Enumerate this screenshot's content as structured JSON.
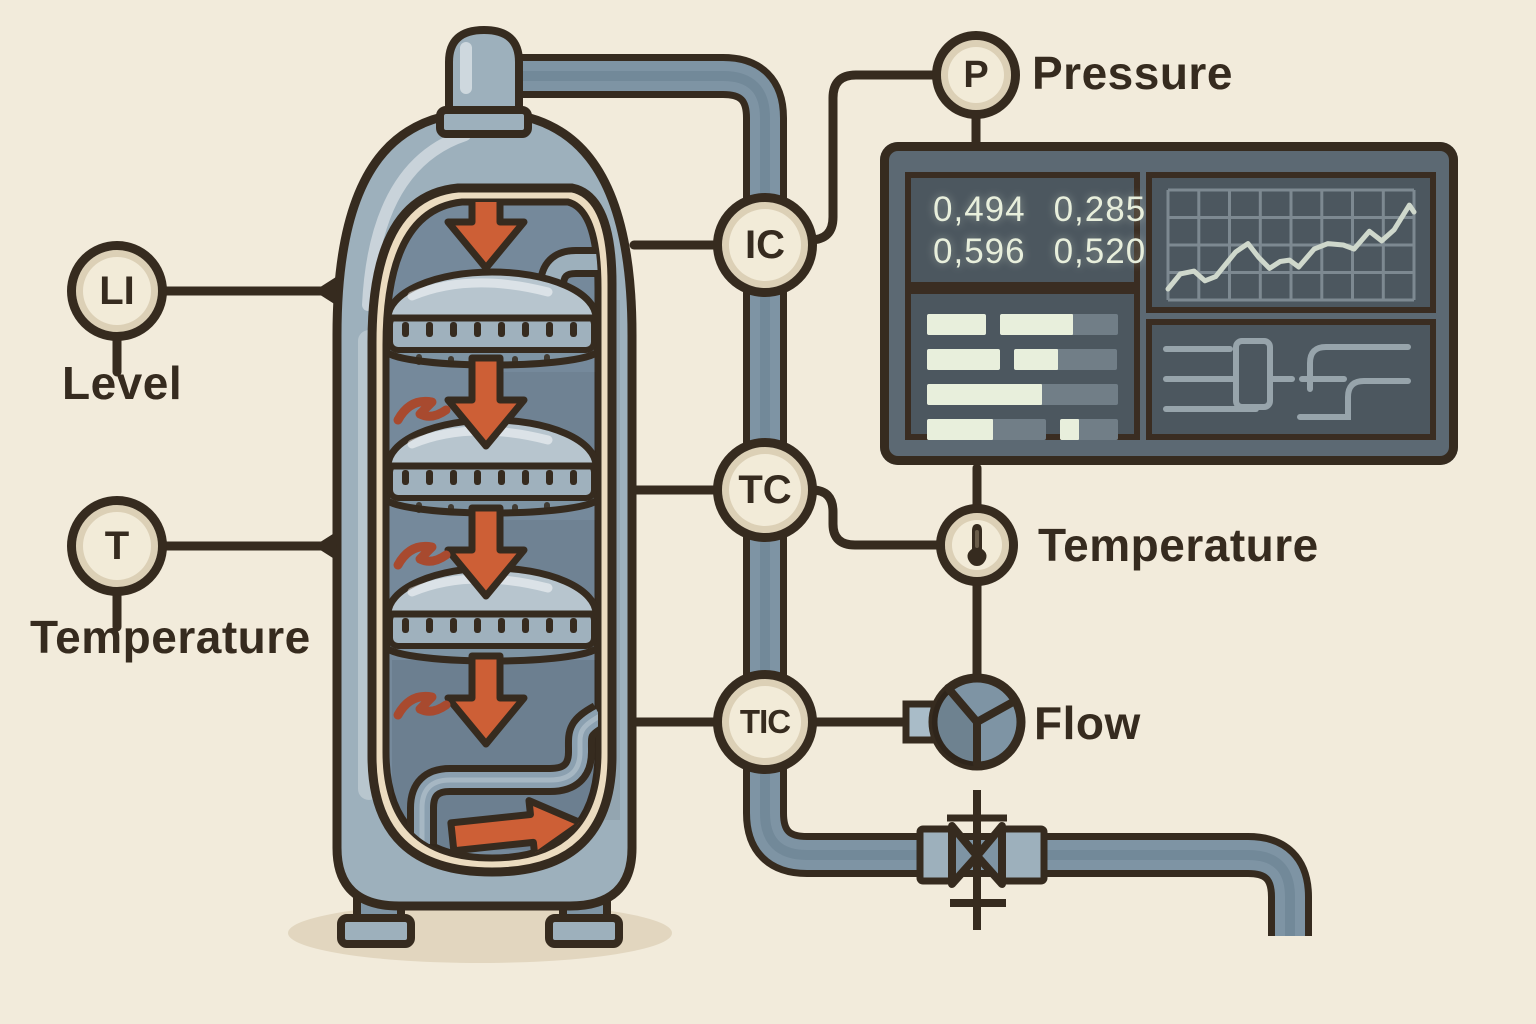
{
  "colors": {
    "bg": "#f2ebdb",
    "ink": "#362b1f",
    "steel": "#7e94a4",
    "steel-light": "#9db0bc",
    "steel-lighter": "#b7c5ce",
    "steel-dark": "#6d8494",
    "interior": "#75899b",
    "cream": "#ecdcc0",
    "face": "#f2ebd8",
    "face-ring": "#dcd0b6",
    "orange": "#cd5f36",
    "red": "#a84a2f",
    "frame": "#5c6973",
    "screen": "#4c575f",
    "readout": "#e8efdc",
    "trace": "#cfd8cc",
    "track": "#717e87",
    "schematic": "#97a4ab",
    "shadow": "#ddd1b8"
  },
  "labels": {
    "level": "Level",
    "temperature_left": "Temperature",
    "pressure": "Pressure",
    "temperature_right": "Temperature",
    "flow": "Flow"
  },
  "instruments": {
    "li": "LI",
    "t": "T",
    "p": "P",
    "ic": "IC",
    "tc": "TC",
    "tic": "TIC"
  },
  "icons": {
    "thermometer": "thermometer-icon",
    "flow_meter": "flow-meter-icon",
    "valve": "control-valve-icon"
  },
  "panel": {
    "readouts": [
      [
        "0,494",
        "0,285"
      ],
      [
        "0,596",
        "0,520"
      ]
    ],
    "chart": {
      "type": "line",
      "grid": {
        "cols": 8,
        "rows": 4
      },
      "points": [
        [
          0,
          3.6
        ],
        [
          0.4,
          3.05
        ],
        [
          0.85,
          2.95
        ],
        [
          1.2,
          3.3
        ],
        [
          1.55,
          3.15
        ],
        [
          2.2,
          2.25
        ],
        [
          2.6,
          1.95
        ],
        [
          2.95,
          2.45
        ],
        [
          3.3,
          2.85
        ],
        [
          3.65,
          2.6
        ],
        [
          3.95,
          2.55
        ],
        [
          4.25,
          2.8
        ],
        [
          4.75,
          2.15
        ],
        [
          5.2,
          1.95
        ],
        [
          5.7,
          2.0
        ],
        [
          6.05,
          2.15
        ],
        [
          6.55,
          1.5
        ],
        [
          6.95,
          1.85
        ],
        [
          7.35,
          1.45
        ],
        [
          7.85,
          0.55
        ],
        [
          8,
          0.8
        ]
      ]
    },
    "bars": [
      [
        {
          "w": 31,
          "f": 100
        },
        {
          "w": 62,
          "f": 62
        }
      ],
      [
        {
          "w": 38,
          "f": 100
        },
        {
          "w": 54,
          "f": 43
        }
      ],
      [
        {
          "w": 100,
          "f": 60
        }
      ],
      [
        {
          "w": 64,
          "f": 55
        },
        {
          "w": 31,
          "f": 33
        }
      ]
    ]
  }
}
